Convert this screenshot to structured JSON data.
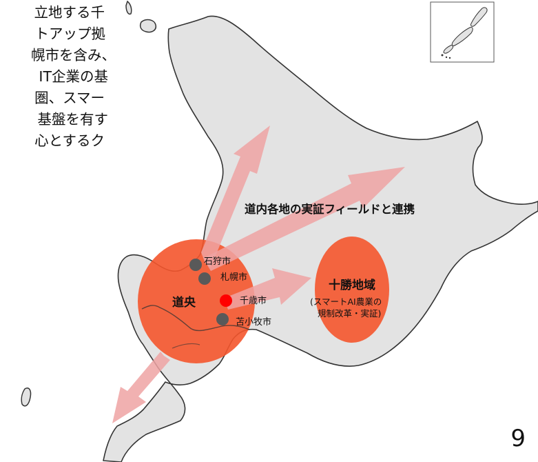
{
  "body_text_lines": [
    "立地する千",
    "トアップ拠",
    "幌市を含み、",
    "IT企業の基",
    "圏、スマー",
    "基盤を有す",
    "心とするク"
  ],
  "arrow_label": "道内各地の実証フィールドと連携",
  "regions": {
    "doo": {
      "label": "道央",
      "color": "#F4552C"
    },
    "tokachi": {
      "label": "十勝地域",
      "note_line1": "(スマートAI農業の",
      "note_line2": "規制改革・実証)",
      "color": "#F4552C"
    }
  },
  "cities": [
    {
      "name": "石狩市",
      "marker_color": "#595959"
    },
    {
      "name": "札幌市",
      "marker_color": "#595959"
    },
    {
      "name": "千歳市",
      "marker_color": "#FF0000"
    },
    {
      "name": "苫小牧市",
      "marker_color": "#595959"
    }
  ],
  "colors": {
    "land": "#E3E3E3",
    "coast": "#333333",
    "arrow": "#EFA3A3"
  },
  "page_number": "9"
}
